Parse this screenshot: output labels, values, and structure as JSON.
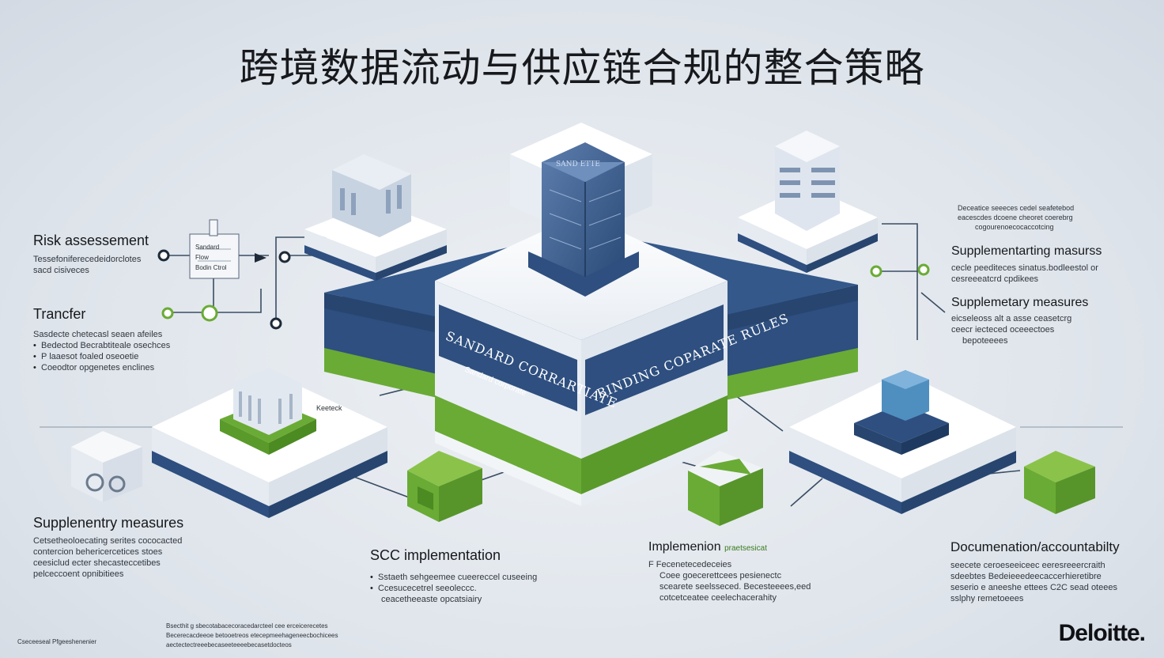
{
  "title": "跨境数据流动与供应链合规的整合策略",
  "center_block": {
    "label_left": "SANDARD CORRARTIATE",
    "label_left_sub": "Sandard corporate",
    "label_right": "BINDING COPARATE RULES",
    "tower_label": "SAND ETTE"
  },
  "left_top": {
    "heading": "Risk assessement",
    "lines": [
      "Tessefoniferecedeidorclotes",
      "sacd cisiveces"
    ],
    "doc_lines": [
      "Sandard",
      "Flow",
      "Bodin Ctrol"
    ]
  },
  "left_mid": {
    "heading": "Trancfer",
    "lines": [
      "Sasdecte chetecasl seaen afeiles",
      "Bedectod Becrabtiteale osechces",
      "P laaesot foaled oseoetie",
      "Coeodtor opgenetes enclines"
    ]
  },
  "left_bottom": {
    "heading": "Supplenentry measures",
    "lines": [
      "Cetsetheoloecating serites cococacted",
      "contercion behericercetices stoes",
      "ceesiclud ecter shecasteccetibes",
      "pelceccoent opnibitiees"
    ]
  },
  "left_platform_tag": "Keeteck",
  "center_bottom": {
    "heading": "SCC implementation",
    "lines": [
      "Sstaeth sehgeemee cueereccel cuseeing",
      "Ccesucecetrel seeoleccc.",
      "ceacetheeaste opcatsiairy"
    ]
  },
  "right_bottom_mid": {
    "heading": "Implemenion",
    "heading_tag": "praetsesicat",
    "lines": [
      "F Fecenetecedeceies",
      "Coee goecerettcees pesienectc",
      "scearete seelsseced. Becesteeees,eed",
      "cotcetceatee ceelechacerahity"
    ]
  },
  "right_top": {
    "intro_lines": [
      "Deceatice seeeces cedel seafetebod",
      "eacescdes dcoene cheoret coerebrg",
      "cogourenoecocaccotcing"
    ],
    "heading1": "Supplementarting masurss",
    "lines1": [
      "cecle peediteces sinatus.bodleestol or",
      "cesreeeatcrd cpdikees"
    ],
    "heading2": "Supplemetary measures",
    "lines2": [
      "eicseleoss alt a asse ceasetcrg",
      "ceecr iecteced oceeectoes",
      "bepoteeees"
    ]
  },
  "right_bottom": {
    "heading": "Documenation/accountabilty",
    "lines": [
      "seecete ceroeseeiceec eeresreeercraith",
      "sdeebtes Bedeieeedeecaccerhieretibre",
      "seserio e aneeshe ettees C2C sead oteees",
      "sslphy remetoeees"
    ]
  },
  "footer": {
    "left": "Cseceeseal Pfgeeshenenier",
    "lines": [
      "Bsecthit g sbecotabacecoracedarcteel cee erceicerecetes",
      "Becerecacdeeoe betooetreos etecepmeehageneecbochicees",
      "aectectectreeebecaseeteeeebecasetdocteos"
    ]
  },
  "brand": {
    "name": "Deloitte",
    "dot": "."
  },
  "colors": {
    "navy": "#2e4f7f",
    "green": "#6aab35",
    "white": "#f7f9fb",
    "line": "#3b4d63"
  }
}
